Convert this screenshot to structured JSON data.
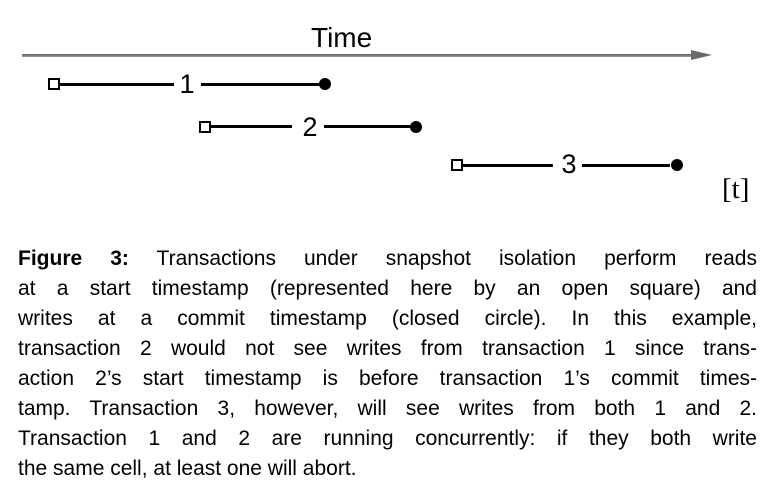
{
  "figure": {
    "time_axis_label": "Time",
    "unit_label": "[t]",
    "transactions": [
      {
        "label": "1",
        "start_marker": "open-square",
        "commit_marker": "closed-circle"
      },
      {
        "label": "2",
        "start_marker": "open-square",
        "commit_marker": "closed-circle"
      },
      {
        "label": "3",
        "start_marker": "open-square",
        "commit_marker": "closed-circle"
      }
    ]
  },
  "caption": {
    "bold_label": "Figure 3:",
    "first_line_rest": " Transactions under snapshot isolation perform reads",
    "lines": [
      "at a start timestamp (represented here by an open square) and",
      "writes at a commit timestamp (closed circle). In this example,",
      "transaction 2 would not see writes from transaction 1 since trans-",
      "action 2’s start timestamp is before transaction 1’s commit times-",
      "tamp. Transaction 3, however, will see writes from both 1 and 2.",
      "Transaction 1 and 2 are running concurrently: if they both write"
    ],
    "last_line": "the same cell, at least one will abort."
  },
  "colors": {
    "axis_gray": "#6b6b6b",
    "ink": "#000000",
    "background": "#ffffff"
  }
}
